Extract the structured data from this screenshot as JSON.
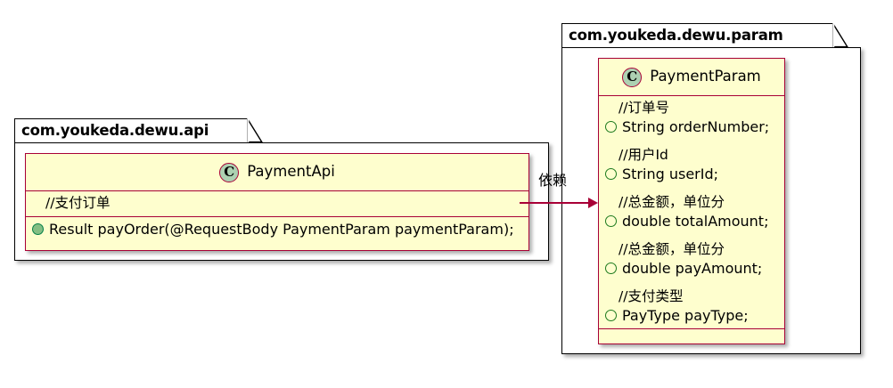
{
  "diagram": {
    "kind": "uml-class-diagram",
    "colors": {
      "class_fill": "#FEFECE",
      "class_border": "#A80036",
      "package_border": "#000000",
      "icon_fill": "#ADD1B2",
      "public_marker": "#84BE84",
      "package_marker": "#1E7B1E",
      "background": "#FFFFFF"
    }
  },
  "packages": [
    {
      "id": "api",
      "name": "com.youkeda.dewu.api",
      "classes": [
        {
          "id": "payment-api",
          "stereotype_letter": "C",
          "name": "PaymentApi",
          "compartments": [
            {
              "id": "comments",
              "rows": [
                {
                  "kind": "comment",
                  "marker": "none",
                  "text": "//支付订单"
                }
              ]
            },
            {
              "id": "methods",
              "rows": [
                {
                  "kind": "method",
                  "marker": "public-filled",
                  "text": "Result payOrder(@RequestBody PaymentParam paymentParam);"
                }
              ]
            }
          ]
        }
      ]
    },
    {
      "id": "param",
      "name": "com.youkeda.dewu.param",
      "classes": [
        {
          "id": "payment-param",
          "stereotype_letter": "C",
          "name": "PaymentParam",
          "compartments": [
            {
              "id": "fields",
              "rows": [
                {
                  "kind": "comment",
                  "marker": "none",
                  "text": "//订单号"
                },
                {
                  "kind": "field",
                  "marker": "package-hollow",
                  "text": "String orderNumber;"
                },
                {
                  "kind": "spacer",
                  "marker": "none",
                  "text": ""
                },
                {
                  "kind": "comment",
                  "marker": "none",
                  "text": "//用户Id"
                },
                {
                  "kind": "field",
                  "marker": "package-hollow",
                  "text": "String userId;"
                },
                {
                  "kind": "spacer",
                  "marker": "none",
                  "text": ""
                },
                {
                  "kind": "comment",
                  "marker": "none",
                  "text": "//总金额，单位分"
                },
                {
                  "kind": "field",
                  "marker": "package-hollow",
                  "text": "double totalAmount;"
                },
                {
                  "kind": "spacer",
                  "marker": "none",
                  "text": ""
                },
                {
                  "kind": "comment",
                  "marker": "none",
                  "text": "//总金额，单位分"
                },
                {
                  "kind": "field",
                  "marker": "package-hollow",
                  "text": "double payAmount;"
                },
                {
                  "kind": "spacer",
                  "marker": "none",
                  "text": ""
                },
                {
                  "kind": "comment",
                  "marker": "none",
                  "text": "//支付类型"
                },
                {
                  "kind": "field",
                  "marker": "package-hollow",
                  "text": "PayType payType;"
                }
              ]
            },
            {
              "id": "methods",
              "rows": []
            }
          ]
        }
      ]
    }
  ],
  "relations": [
    {
      "id": "dependency-api-to-param",
      "label": "依赖",
      "from": "payment-api",
      "to": "payment-param",
      "style": "arrow"
    }
  ]
}
